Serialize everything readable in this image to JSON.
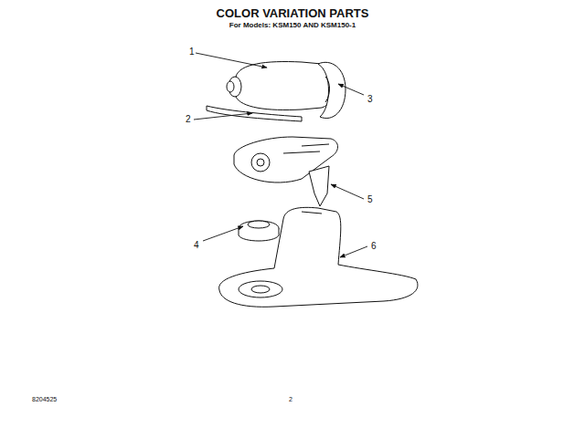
{
  "diagram": {
    "title": "COLOR VARIATION PARTS",
    "labels": [
      "For Models: KSM150 AND KSM150-1",
      "1",
      "2",
      "3",
      "4",
      "5",
      "6",
      "8204525",
      "2"
    ]
  }
}
